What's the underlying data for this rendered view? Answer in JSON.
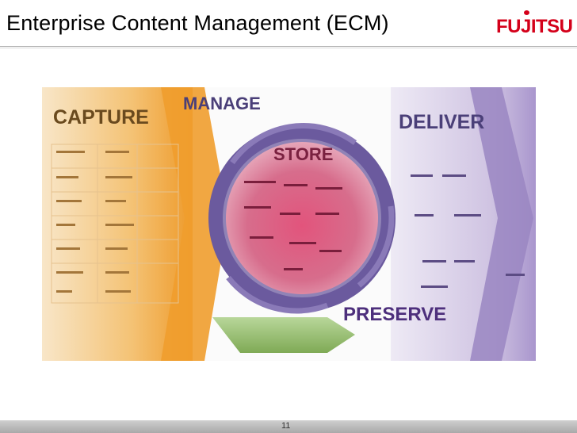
{
  "header": {
    "title": "Enterprise Content Management (ECM)",
    "logo_text": "FUJITSU"
  },
  "diagram": {
    "capture": "CAPTURE",
    "manage": "MANAGE",
    "store": "STORE",
    "deliver": "DELIVER",
    "preserve": "PRESERVE"
  },
  "footer": {
    "page_number": "11"
  },
  "colors": {
    "logo_red": "#d4001a",
    "capture_orange": "#f0a23a",
    "manage_purple": "#5b4a8e",
    "store_pink": "#c4305e",
    "preserve_green": "#8fb56a",
    "deliver_lavender": "#b9a9d3"
  }
}
